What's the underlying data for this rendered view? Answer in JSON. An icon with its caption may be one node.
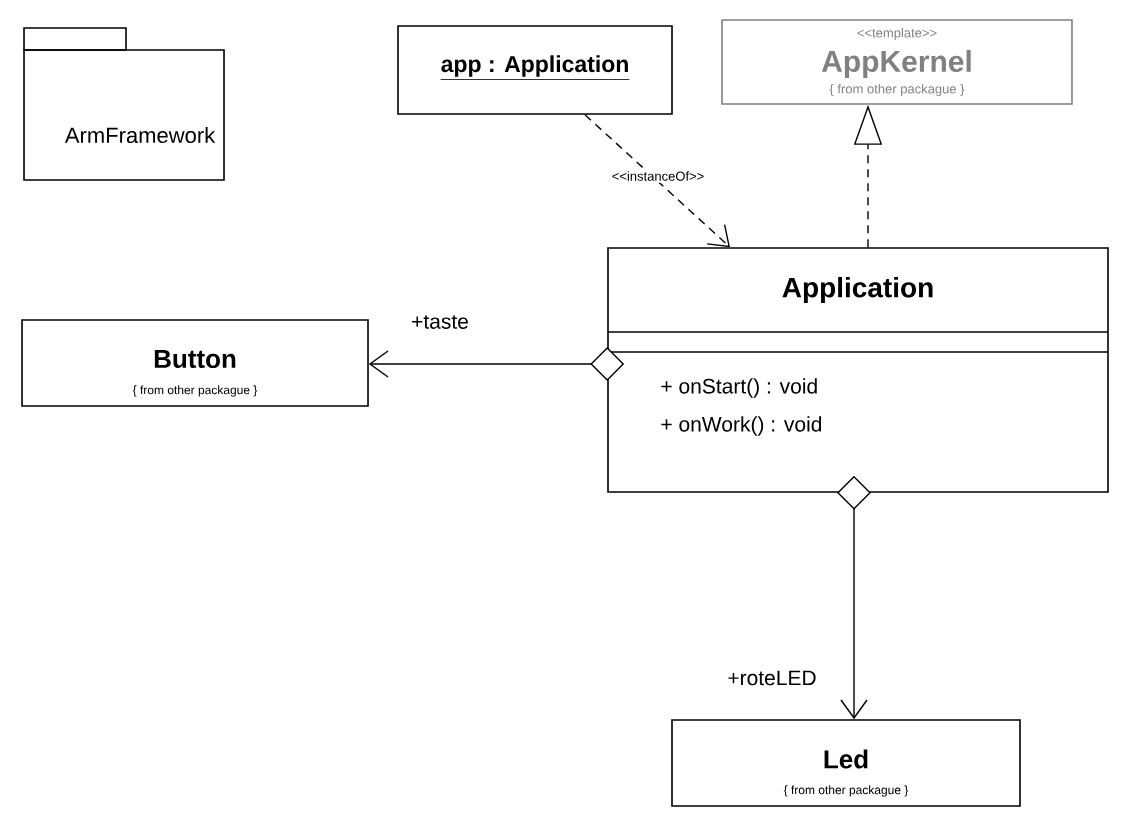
{
  "diagram": {
    "nodes": [
      {
        "text": [
          "ArmFramework"
        ]
      },
      {
        "text": [
          "app : Application"
        ]
      },
      {
        "text": [
          "<<template>>",
          "AppKernel",
          "{ from other packague }"
        ]
      },
      {
        "text": [
          "Application",
          "+ onStart() : void",
          "+ onWork() : void"
        ]
      },
      {
        "text": [
          "Button",
          "{ from other packague }"
        ]
      },
      {
        "text": [
          "Led",
          "{ from other packague }"
        ]
      }
    ],
    "edges": [
      {
        "from": 1,
        "to": 3,
        "arrow": "to",
        "style": "dashed",
        "label": "<<instanceOf>>"
      },
      {
        "from": 3,
        "to": 2,
        "arrow": "to",
        "style": "dashed"
      },
      {
        "from": 3,
        "to": 4,
        "arrow": "to",
        "label": "+taste"
      },
      {
        "from": 3,
        "to": 5,
        "arrow": "to",
        "label": "+roteLED"
      }
    ]
  }
}
